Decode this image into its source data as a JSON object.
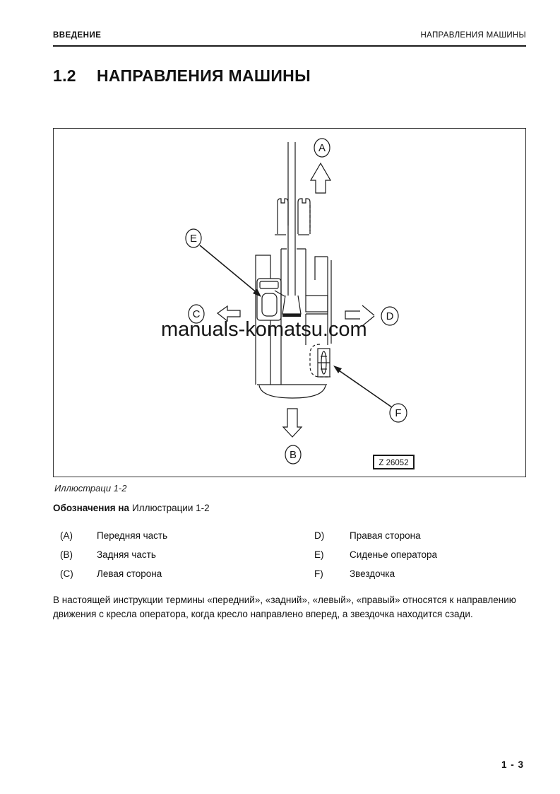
{
  "header": {
    "left": "ВВЕДЕНИЕ",
    "right": "НАПРАВЛЕНИЯ МАШИНЫ"
  },
  "title": {
    "number": "1.2",
    "text": "НАПРАВЛЕНИЯ МАШИНЫ"
  },
  "figure": {
    "caption": "Иллюстраци 1-2",
    "drawing_number": "Z 26052",
    "watermark": "manuals-komatsu.com",
    "watermark_color": "#8b2a2a",
    "markers": {
      "front": "A",
      "rear": "B",
      "left": "C",
      "right": "D",
      "seat": "E",
      "sprocket": "F"
    }
  },
  "legend": {
    "heading_bold": "Обозначения на",
    "heading_rest": "Иллюстрации 1-2",
    "left_items": [
      {
        "key": "(A)",
        "label": "Передняя часть"
      },
      {
        "key": "(B)",
        "label": "Задняя часть"
      },
      {
        "key": "(C)",
        "label": "Левая сторона"
      }
    ],
    "right_items": [
      {
        "key": "D)",
        "label": "Правая сторона"
      },
      {
        "key": "E)",
        "label": "Сиденье оператора"
      },
      {
        "key": "F)",
        "label": "Звездочка"
      }
    ]
  },
  "paragraph": "В настоящей инструкции термины «передний», «задний», «левый», «правый» относятся к направлению движения с кресла оператора, когда кресло направлено вперед, а звездочка находится сзади.",
  "footer": {
    "page_number": "1 - 3"
  }
}
